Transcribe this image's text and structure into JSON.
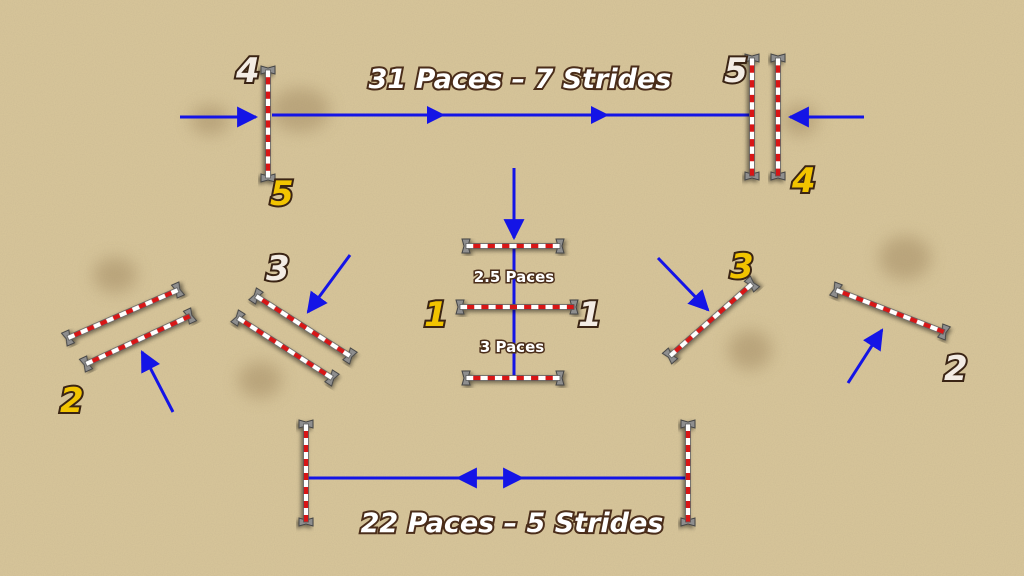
{
  "labels": {
    "top_distance": "31 Paces – 7 Strides",
    "bottom_distance": "22 Paces – 5 Strides",
    "gap_upper": "2.5 Paces",
    "gap_lower": "3 Paces"
  },
  "numbers": {
    "top_left_upper": "4",
    "top_left_lower": "5",
    "top_right_upper": "5",
    "top_right_lower": "4",
    "mid_left_upper": "3",
    "left_lower": "2",
    "center_left": "1",
    "center_right": "1",
    "right_upper": "3",
    "right_lower": "2"
  },
  "colors": {
    "arrow": "#1414e6",
    "pole_red": "#d81818",
    "pole_white": "#ffffff",
    "number_yellow": "#f2c400",
    "number_white": "#f3ece4",
    "text_outline": "#4a2d1a",
    "sand": "#d9c79a"
  }
}
